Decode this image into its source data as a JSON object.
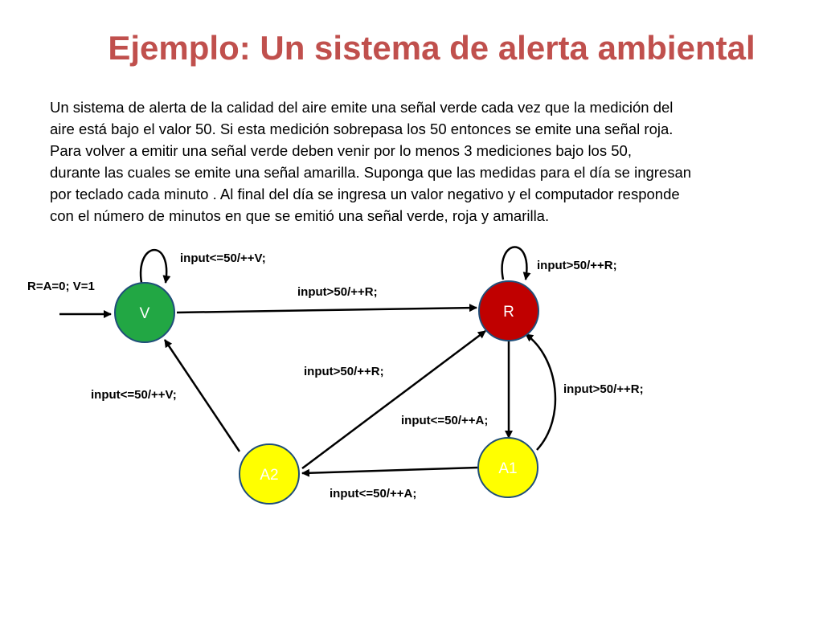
{
  "title": "Ejemplo: Un sistema de alerta ambiental",
  "paragraph": {
    "lines": [
      "Un sistema de alerta de la calidad del aire emite una señal verde cada vez que la medición del",
      "aire está bajo el valor 50. Si esta medición sobrepasa los 50 entonces se emite una señal roja.",
      "Para volver a emitir una señal verde deben venir por lo menos 3 mediciones bajo los 50,",
      "durante las cuales se emite una señal amarilla. Suponga que las medidas para el día se ingresan",
      "por teclado cada minuto . Al final del día se ingresa un valor negativo y el computador responde",
      "con el número de minutos en que se emitió una señal verde, roja y amarilla."
    ]
  },
  "diagram": {
    "initial_label": "R=A=0; V=1",
    "nodes": {
      "V": {
        "label": "V",
        "color": "#22a744"
      },
      "R": {
        "label": "R",
        "color": "#c00000"
      },
      "A1": {
        "label": "A1",
        "color": "#ffff00"
      },
      "A2": {
        "label": "A2",
        "color": "#ffff00"
      }
    },
    "edges": {
      "v_self": "input<=50/++V;",
      "v_to_r": "input>50/++R;",
      "r_self": "input>50/++R;",
      "a2_to_r": "input>50/++R;",
      "a1_to_r": "input>50/++R;",
      "r_to_a1": "input<=50/++A;",
      "a1_to_a2": "input<=50/++A;",
      "a2_to_v": "input<=50/++V;"
    }
  }
}
